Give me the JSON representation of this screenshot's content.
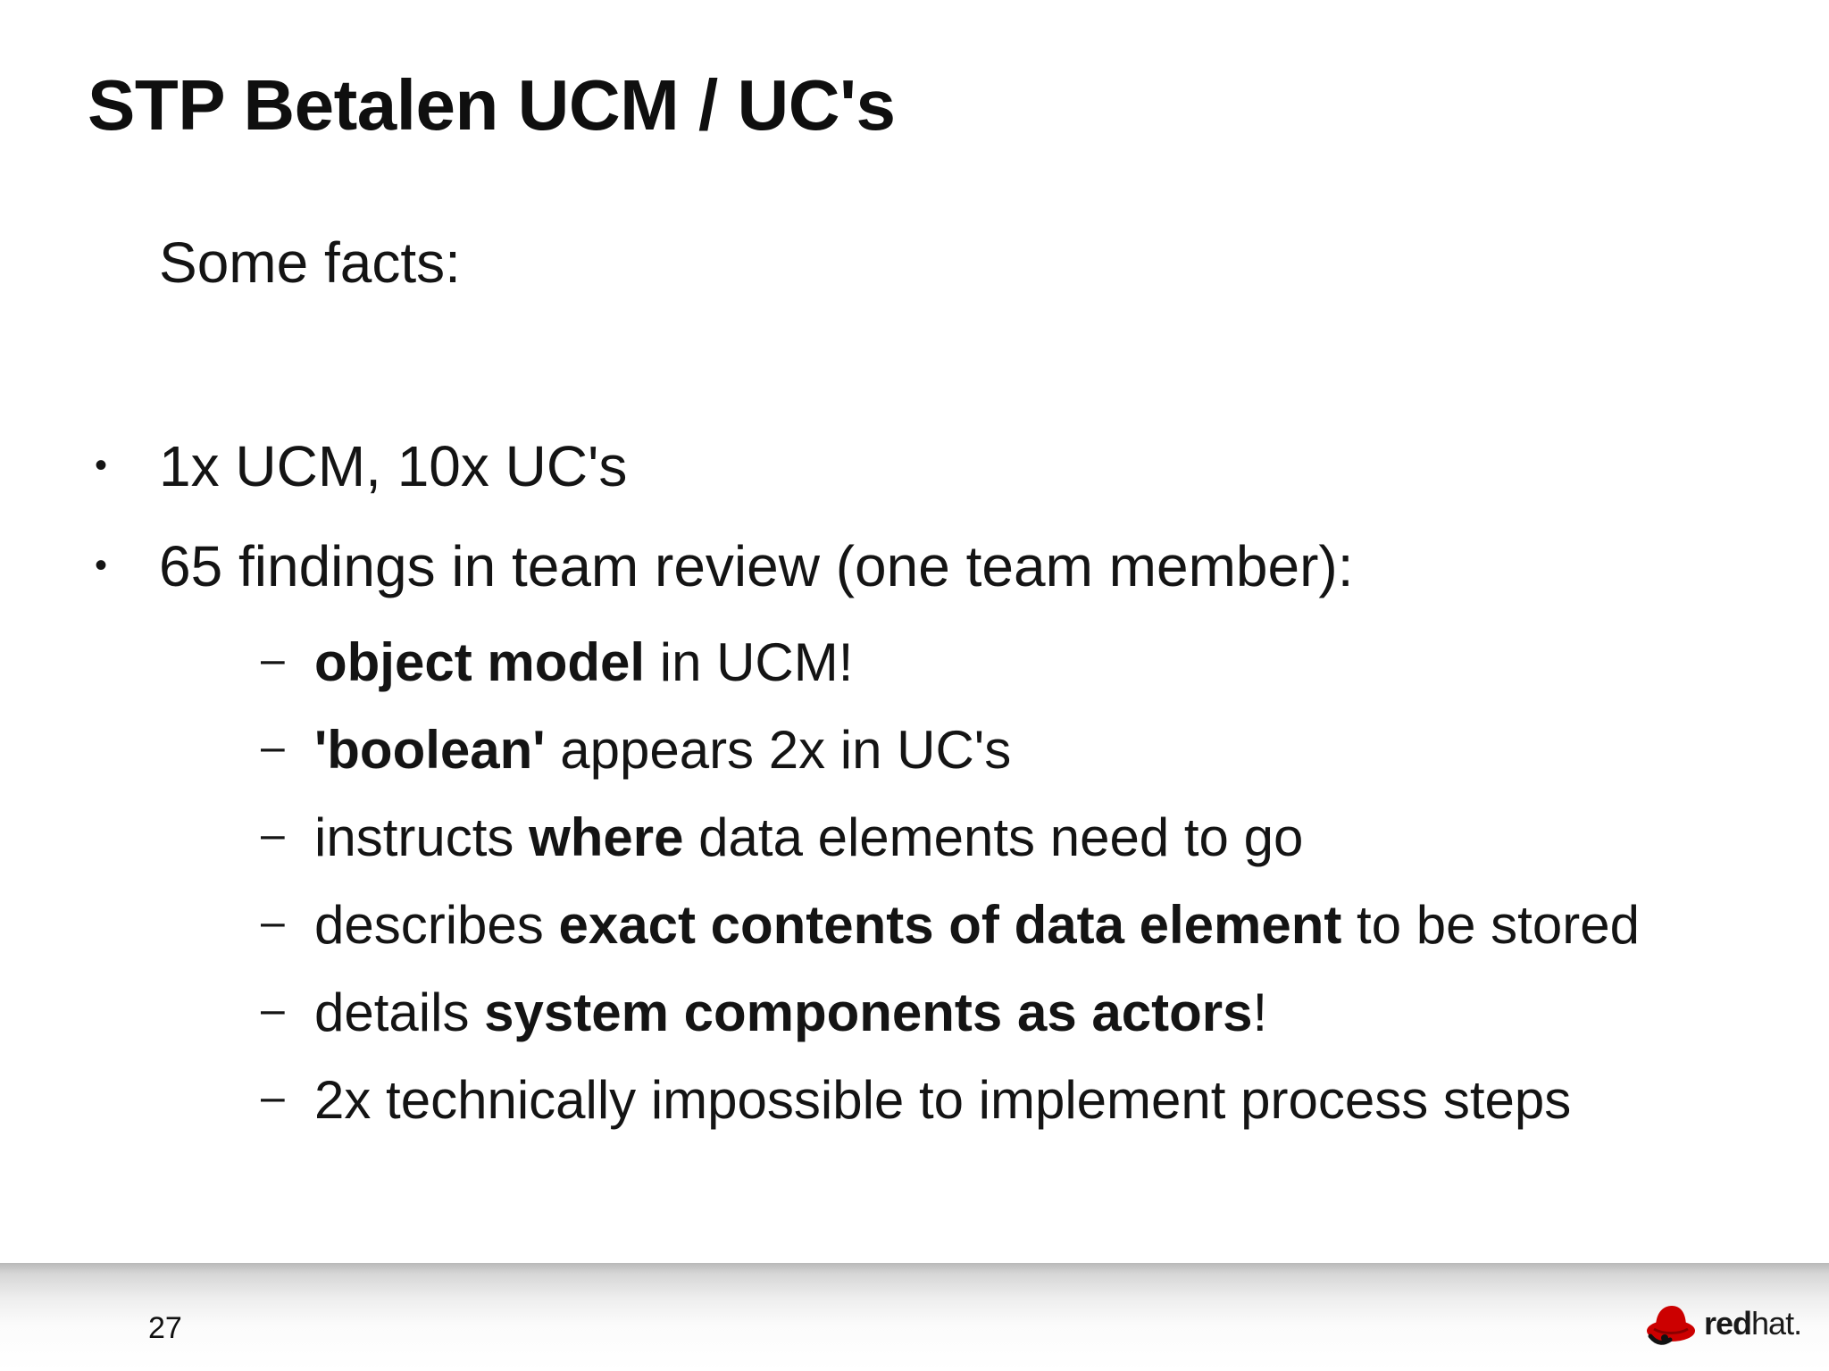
{
  "slide": {
    "title": "STP Betalen UCM / UC's",
    "intro": "Some facts:",
    "bullet_marker": "•",
    "dash_marker": "–",
    "bullets": [
      {
        "text": "1x UCM, 10x UC's"
      },
      {
        "text": "65 findings in team review (one team member):"
      }
    ],
    "subitems": [
      {
        "pre": "",
        "bold": "object model",
        "post": " in UCM!"
      },
      {
        "pre": "",
        "bold": "'boolean'",
        "post": " appears 2x in UC's"
      },
      {
        "pre": "instructs ",
        "bold": "where",
        "post": " data elements need to go"
      },
      {
        "pre": "describes ",
        "bold": "exact contents of data element",
        "post": " to be stored"
      },
      {
        "pre": "details ",
        "bold": "system components as actors",
        "post": "!"
      },
      {
        "pre": "2x technically impossible to implement process steps",
        "bold": "",
        "post": ""
      }
    ]
  },
  "footer": {
    "page_number": "27",
    "logo": {
      "icon": "red-hat-shadowman-icon",
      "word_bold": "red",
      "word_regular": "hat.",
      "color": "#cc0000"
    }
  }
}
